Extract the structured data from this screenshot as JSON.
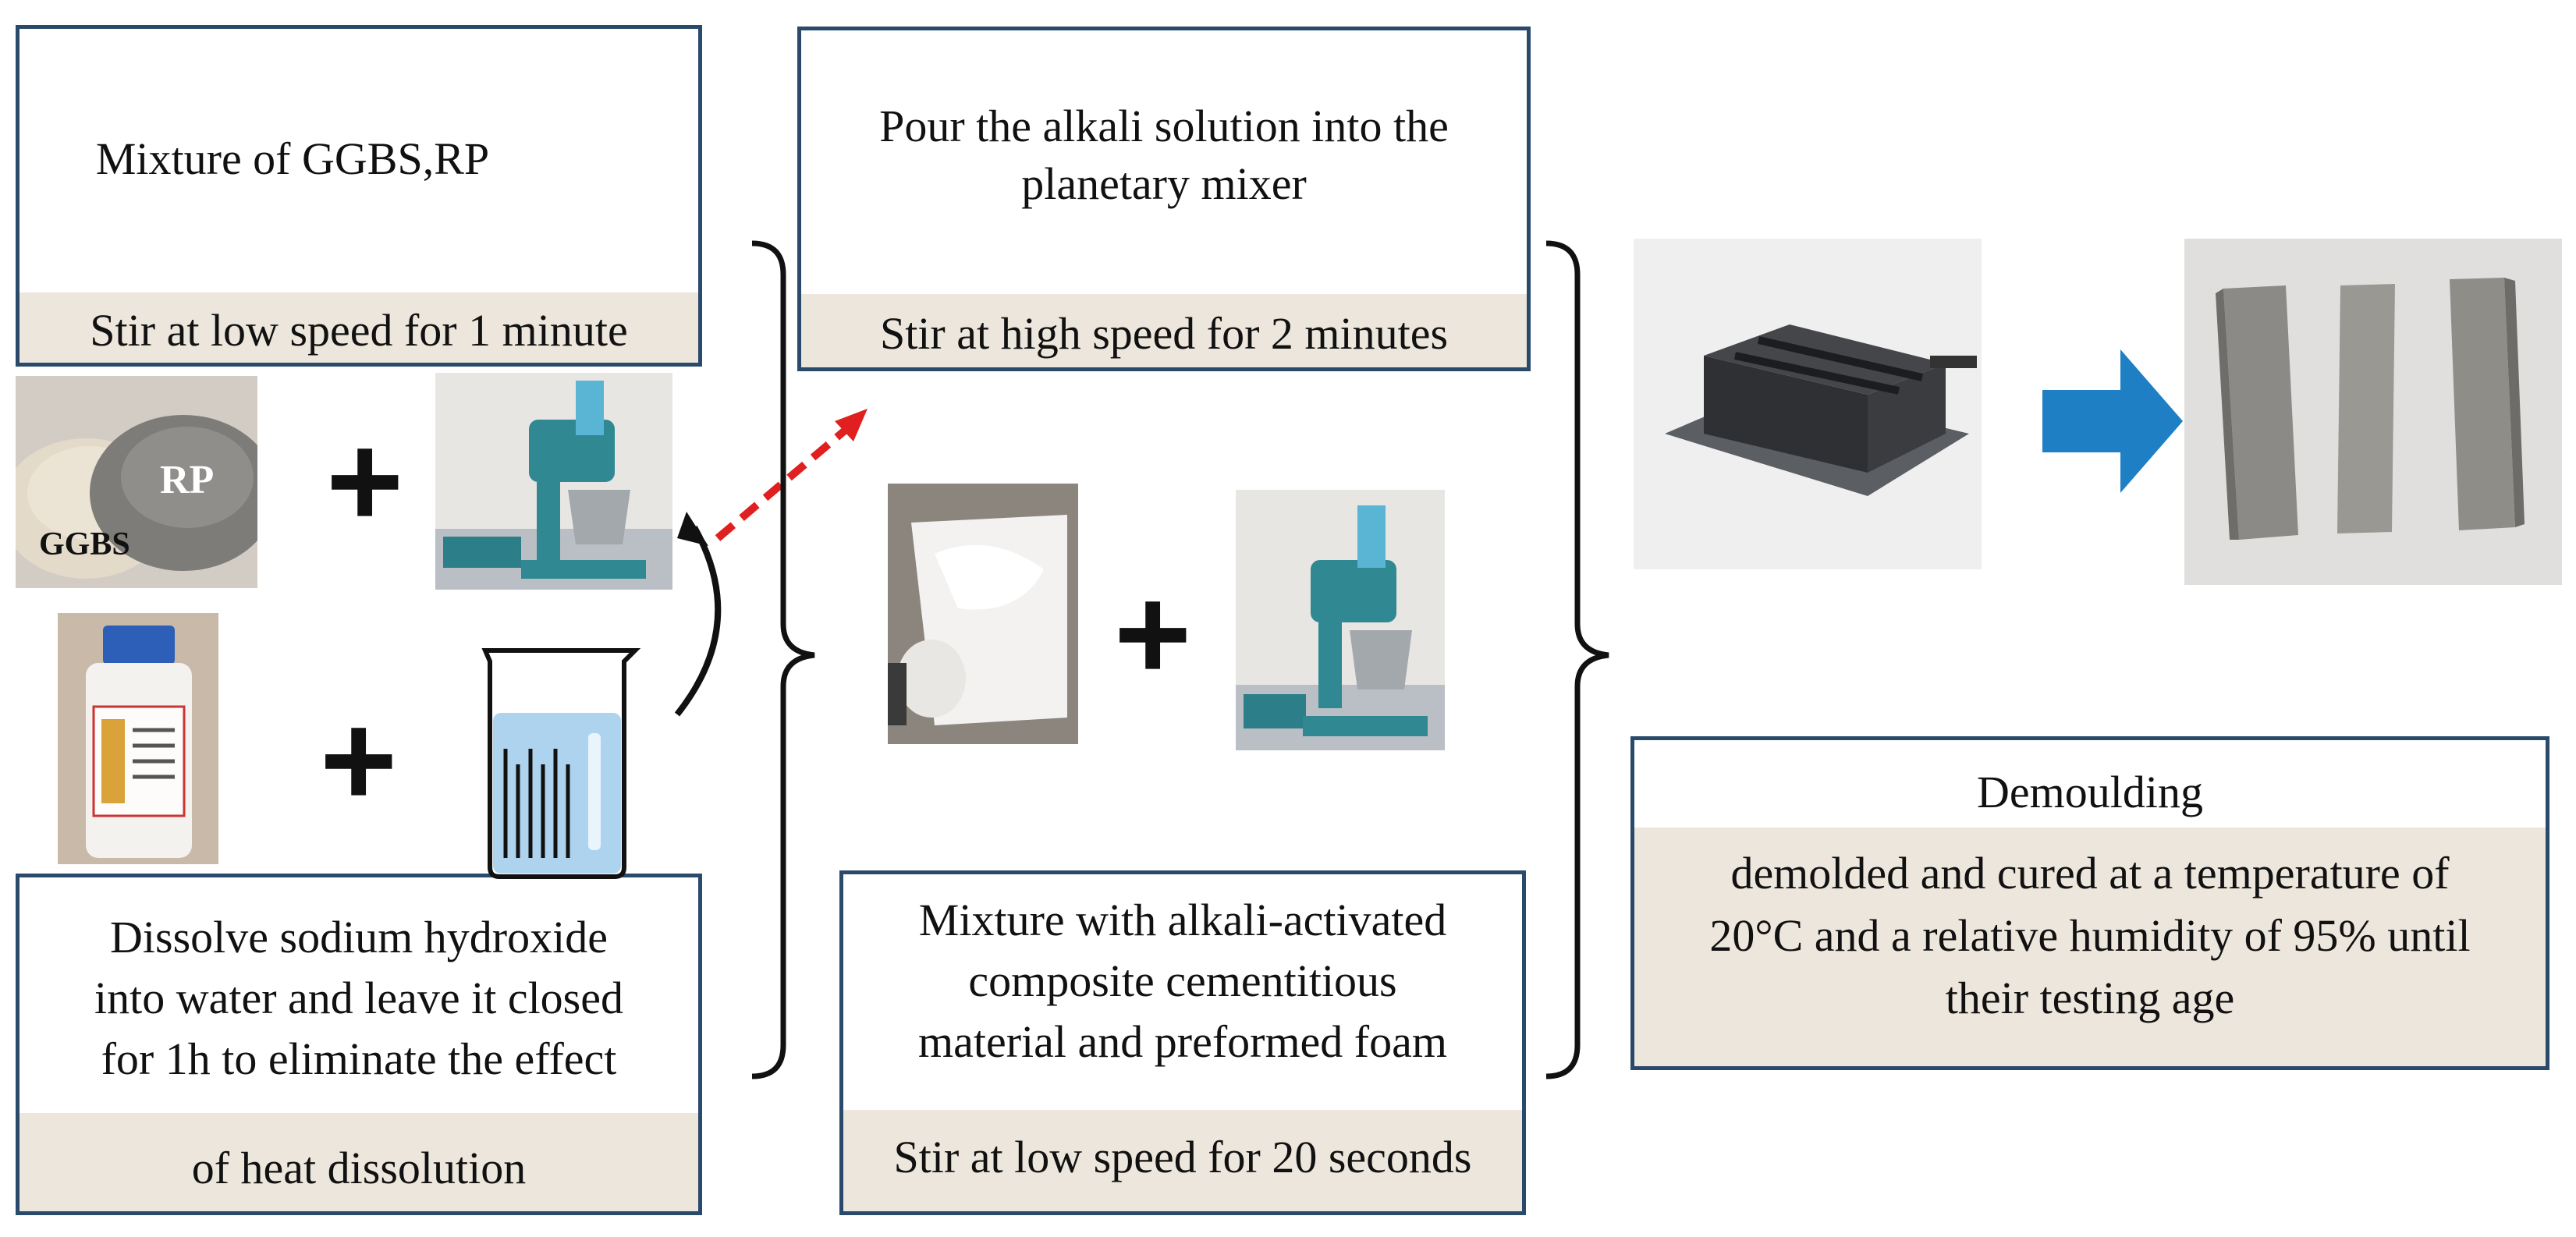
{
  "steps": {
    "mix_powder": {
      "title": "Mixture of GGBS,RP",
      "action": "Stir at low speed for 1 minute"
    },
    "pour_alkali": {
      "title": "Pour the alkali solution into the planetary mixer",
      "action": "Stir at high speed for 2 minutes"
    },
    "dissolve": {
      "title_lines": [
        "Dissolve sodium hydroxide",
        "into water and leave it closed",
        "for 1h to eliminate the effect"
      ],
      "action": "of heat dissolution"
    },
    "foam_mix": {
      "title_lines": [
        "Mixture with alkali-activated",
        "composite cementitious",
        "material and  preformed foam"
      ],
      "action": "Stir at low speed for 20 seconds"
    },
    "demoulding": {
      "title": "Demoulding",
      "action_lines": [
        "demolded and cured at a temperature of",
        "20°C and a relative humidity of 95% until",
        "their testing age"
      ]
    }
  },
  "labels": {
    "rp": "RP",
    "ggbs": "GGBS",
    "plus": "+"
  },
  "colors": {
    "box_border": "#2a4a6b",
    "shade": "#ece6dc",
    "arrow_blue": "#1e7fc4",
    "dashed_red": "#e02020"
  },
  "icons": [
    "powder-photo",
    "mixer-photo",
    "naoh-bottle-photo",
    "water-beaker-icon",
    "foam-photo",
    "mold-photo",
    "specimens-photo"
  ]
}
